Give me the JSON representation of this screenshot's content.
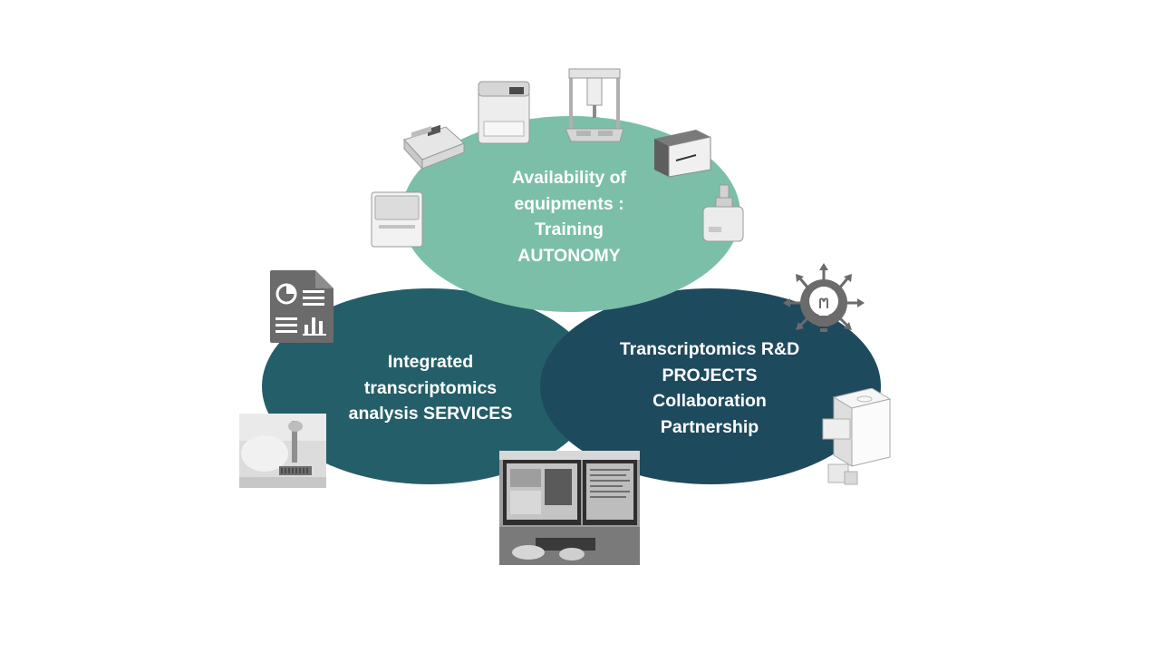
{
  "diagram": {
    "colors": {
      "top_circle": "#7bbfa8",
      "left_circle": "#245f69",
      "right_circle": "#1e4a5e",
      "label_text": "#ffffff",
      "icon_gray": "#6b6b6b"
    },
    "top": {
      "lines": [
        "Availability of",
        "equipments :",
        "Training",
        "AUTONOMY"
      ]
    },
    "left": {
      "lines": [
        "Integrated",
        "transcriptomics",
        "analysis SERVICES"
      ]
    },
    "right": {
      "lines": [
        "Transcriptomics R&D",
        "PROJECTS",
        "Collaboration",
        "Partnership"
      ]
    }
  }
}
